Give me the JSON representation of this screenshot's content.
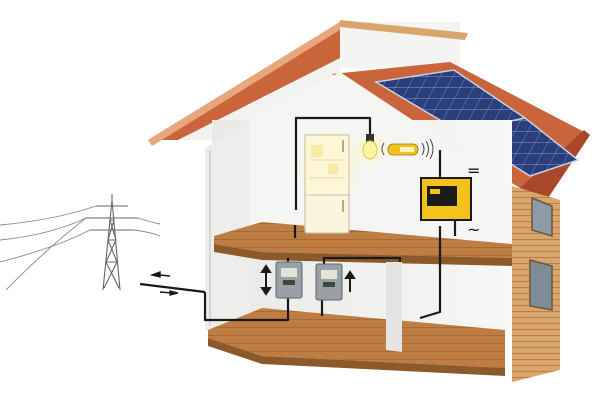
{
  "scene": {
    "type": "grid-tied solar house illustration",
    "inverter_dc_symbol": "=",
    "inverter_ac_symbol": "~",
    "meter_flow_arrows": [
      "up-down",
      "up"
    ],
    "grid_flow_arrows": [
      "left",
      "right"
    ]
  },
  "colors": {
    "roof_tile": "#c9643b",
    "roof_edge": "#a8472a",
    "wall": "#f2f2f0",
    "wood_floor": "#b9783e",
    "wood_siding": "#d8a56c",
    "solar_panel": "#2a3f7a",
    "inverter": "#f4c21c",
    "cable": "#1a1a1a"
  },
  "icons": [
    "solar-panel-icon",
    "inverter-icon",
    "refrigerator-icon",
    "light-bulb-icon",
    "wifi-signal-icon",
    "electric-meter-icon",
    "power-pylon-icon",
    "arrow-icon"
  ]
}
